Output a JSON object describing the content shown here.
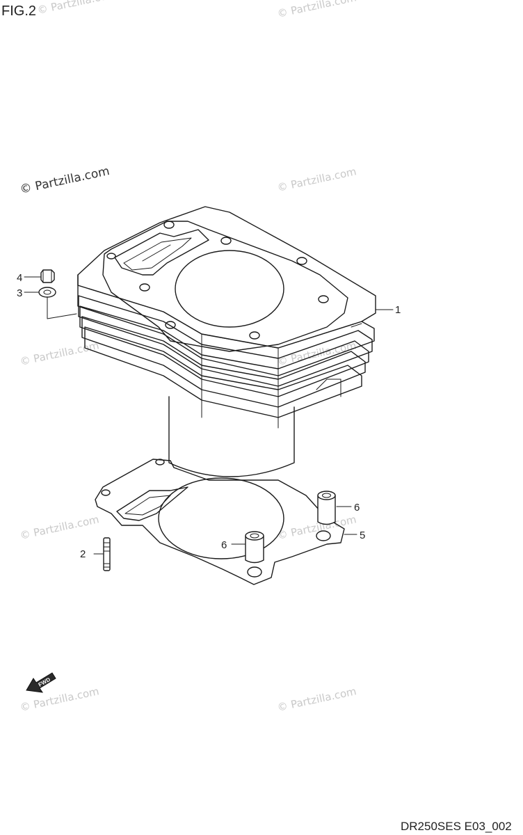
{
  "figure": {
    "title": "FIG.2",
    "code": "DR250SES E03_002"
  },
  "watermark": {
    "text": "© Partzilla.com",
    "featured_text": "© Partzilla.com"
  },
  "callouts": [
    {
      "id": "c1",
      "label": "1"
    },
    {
      "id": "c2",
      "label": "2"
    },
    {
      "id": "c3",
      "label": "3"
    },
    {
      "id": "c4",
      "label": "4"
    },
    {
      "id": "c5",
      "label": "5"
    },
    {
      "id": "c6a",
      "label": "6"
    },
    {
      "id": "c6b",
      "label": "6"
    }
  ],
  "direction_marker": {
    "label": "FWD",
    "icon": "arrow-left-down-icon"
  },
  "colors": {
    "line": "#1a1a1a",
    "watermark": "#c9c9c9",
    "background": "#ffffff"
  }
}
